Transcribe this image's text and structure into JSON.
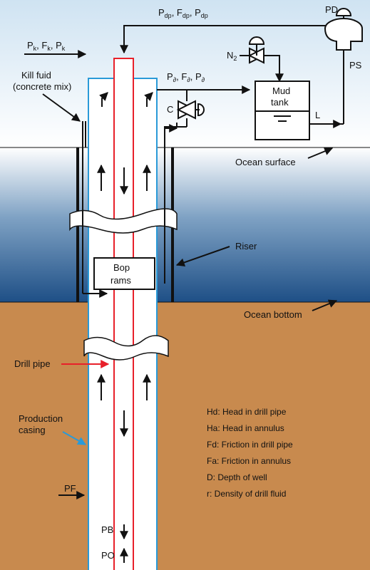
{
  "labels": {
    "pk_fk_pk": "P",
    "pk_sub": "k",
    "fk": "F",
    "fk_sub": "k",
    "pk2": "P",
    "pk2_sub": "k",
    "kill_fluid_line1": "Kill fuid",
    "kill_fluid_line2": "(concrete mix)",
    "pdp": "P",
    "pdp_sub": "dp",
    "fdp": "F",
    "fdp_sub": "dp",
    "pdp2": "P",
    "pdp2_sub": "dp",
    "pd_label": "PD",
    "ps_label": "PS",
    "n2_label": "N",
    "n2_sub": "2",
    "pa": "P",
    "pa_sub": "∂",
    "fa": "F",
    "fa_sub": "∂",
    "pa2": "P",
    "pa2_sub": "∂",
    "choke_label": "C",
    "mud_tank_line1": "Mud",
    "mud_tank_line2": "tank",
    "l_label": "L",
    "ocean_surface": "Ocean surface",
    "riser": "Riser",
    "bop_line1": "Bop",
    "bop_line2": "rams",
    "ocean_bottom": "Ocean bottom",
    "drill_pipe": "Drill pipe",
    "production_casing_line1": "Production",
    "production_casing_line2": "casing",
    "pf": "PF",
    "pb": "PB",
    "po": "PO"
  },
  "legend": [
    "Hd: Head in drill pipe",
    "Ha: Head in annulus",
    "Fd: Friction in drill pipe",
    "Fa: Friction in annulus",
    "D: Depth of well",
    "r: Density of drill fluid"
  ],
  "colors": {
    "sky_top": "#cfe3f2",
    "sky_bottom": "#ffffff",
    "ocean_top": "#ffffff",
    "ocean_bottom": "#1e4f86",
    "ground": "#c88a4e",
    "drill_pipe": "#e8202a",
    "casing": "#2a9ad8",
    "line": "#111111"
  }
}
